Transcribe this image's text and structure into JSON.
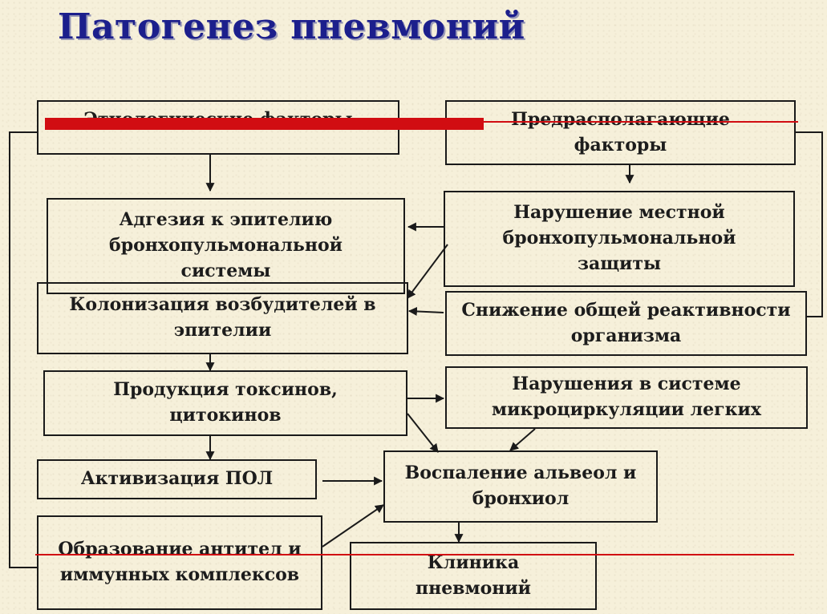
{
  "title": "Патогенез пневмоний",
  "boxes": {
    "etiology": "Этиологические факторы",
    "predisposing": "Предрасполагающие факторы",
    "adhesion": "Адгезия к эпителию бронхопульмональной системы",
    "local_defense": "Нарушение местной бронхопульмональной защиты",
    "colonization": "Колонизация возбудителей в эпителии",
    "reactivity": "Снижение общей реактивности организма",
    "toxins": "Продукция токсинов, цитокинов",
    "microcirculation": "Нарушения в системе микроциркуляции легких",
    "pol": "Активизация ПОЛ",
    "inflammation": "Воспаление альвеол и бронхиол",
    "antibodies": "Образование антител и иммунных комплексов",
    "clinic": "Клиника пневмоний"
  },
  "colors": {
    "title": "#1c1f8c",
    "highlight": "#d10d12",
    "line": "#1a1a1a",
    "background": "#f6f0da"
  }
}
